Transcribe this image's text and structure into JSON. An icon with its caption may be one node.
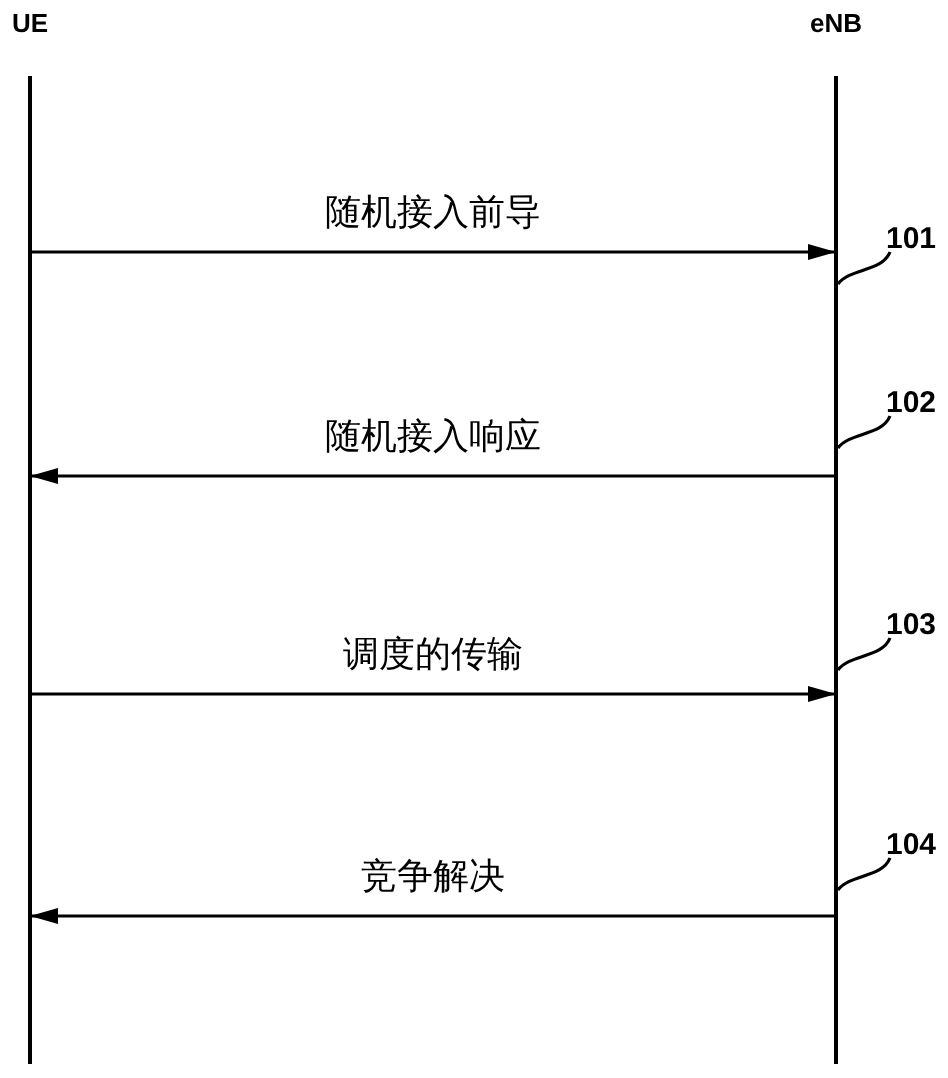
{
  "diagram": {
    "nodes": [
      {
        "text": [
          "UE"
        ]
      },
      {
        "text": [
          "eNB"
        ]
      },
      {
        "text": [
          "101"
        ]
      },
      {
        "text": [
          "102"
        ]
      },
      {
        "text": [
          "103"
        ]
      },
      {
        "text": [
          "104"
        ]
      }
    ],
    "edges": [
      {
        "from": 0,
        "to": 1,
        "arrow": "to",
        "label": "随机接入前导"
      },
      {
        "from": 1,
        "to": 0,
        "arrow": "to",
        "label": "随机接入响应"
      },
      {
        "from": 0,
        "to": 1,
        "arrow": "to",
        "label": "调度的传输"
      },
      {
        "from": 1,
        "to": 0,
        "arrow": "to",
        "label": "竞争解决"
      },
      {
        "from": 2,
        "to": 1,
        "arrow": "none"
      },
      {
        "from": 3,
        "to": 1,
        "arrow": "none"
      },
      {
        "from": 4,
        "to": 1,
        "arrow": "none"
      },
      {
        "from": 5,
        "to": 1,
        "arrow": "none"
      }
    ]
  }
}
